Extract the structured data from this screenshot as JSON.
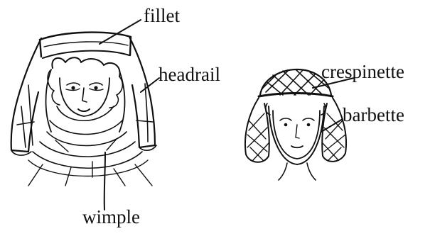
{
  "labels": {
    "fillet": "fillet",
    "headrail": "headrail",
    "wimple": "wimple",
    "crespinette": "crespinette",
    "barbette": "barbette"
  },
  "colors": {
    "ink": "#111111",
    "background": "#ffffff"
  }
}
